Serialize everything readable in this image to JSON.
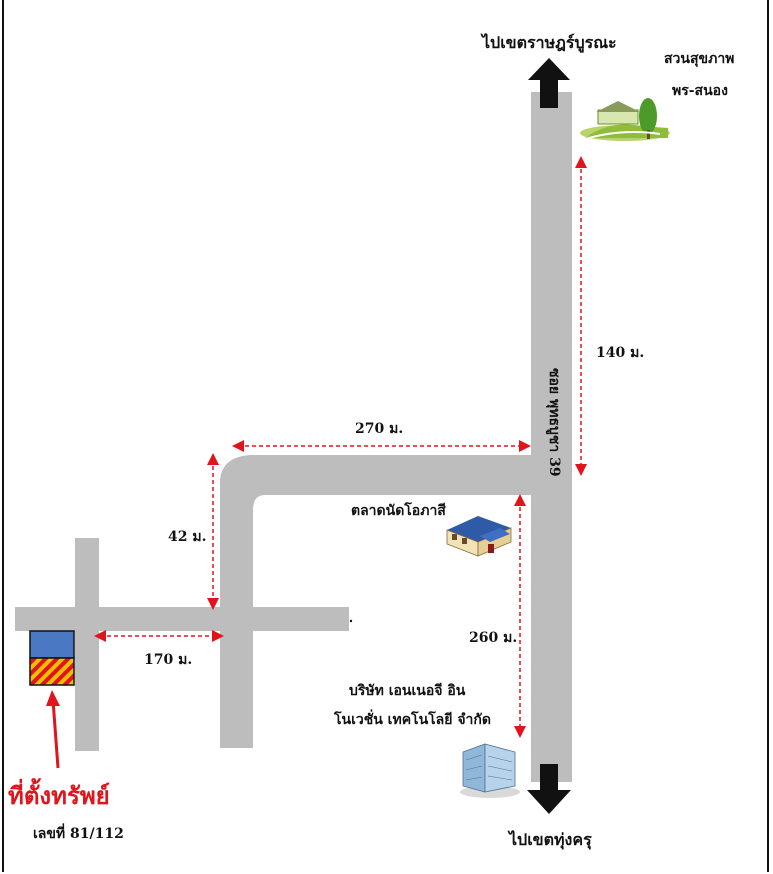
{
  "labels": {
    "north_dest": "ไปเขตราษฎร์บูรณะ",
    "south_dest": "ไปเขตทุ่งครุ",
    "park_line1": "สวนสุขภาพ",
    "park_line2": "พร-สนอง",
    "road_name": "ซอย พุทธบูชา 39",
    "market": "ตลาดนัดโอภาสี",
    "company_line1": "บริษัท เอนเนอจี อิน",
    "company_line2": "โนเวชั่น เทคโนโลยี จำกัด",
    "property_title": "ที่ตั้งทรัพย์",
    "property_number": "เลขที่ 81/112"
  },
  "distances": {
    "d140": "140 ม.",
    "d270": "270 ม.",
    "d42": "42 ม.",
    "d170": "170 ม.",
    "d260": "260 ม."
  },
  "colors": {
    "road": "#bdbdbd",
    "dimension_line": "#e0141c",
    "house_roof": "#4a78c2",
    "property_plot_stripes": "#f0c000",
    "property_pointer": "#e0141c"
  },
  "icons": {
    "north_arrow": "arrow-up-icon",
    "south_arrow": "arrow-down-icon",
    "park": "park-icon",
    "market": "market-building-icon",
    "company": "office-building-icon",
    "house": "house-icon",
    "plot": "land-plot-icon"
  }
}
